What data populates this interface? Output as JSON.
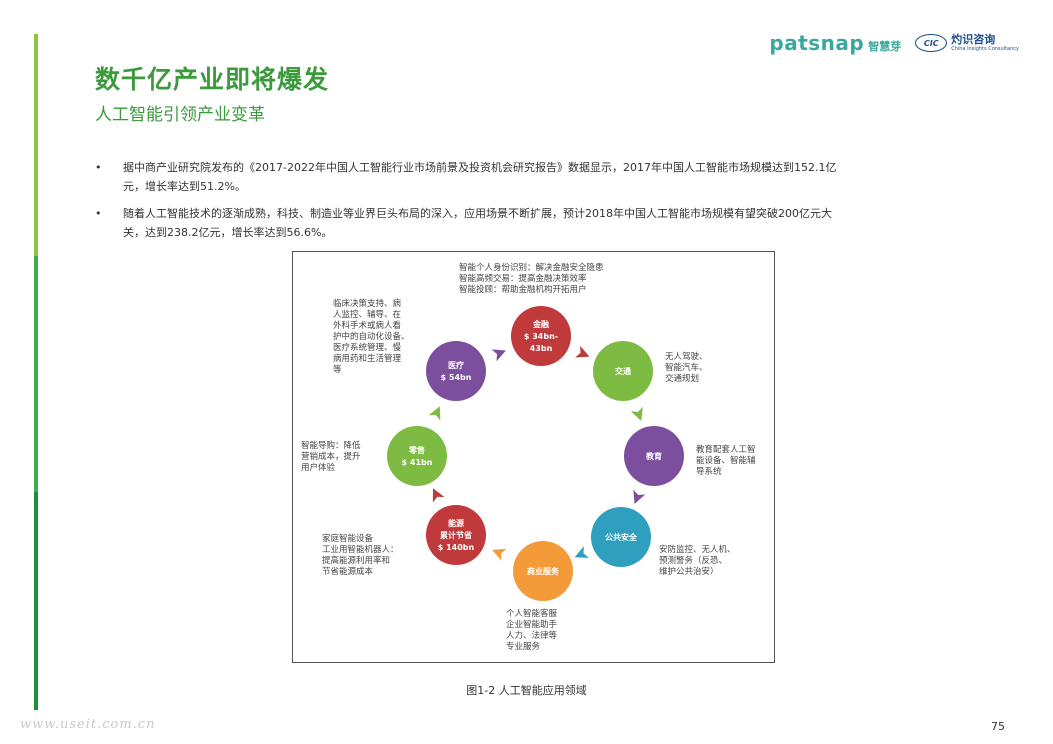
{
  "header": {
    "logo_patsnap": "patsnap",
    "logo_patsnap_cn": "智慧芽",
    "logo_cic_mark": "CIC",
    "logo_cic_cn": "灼识咨询",
    "logo_cic_en": "China Insights Consultancy"
  },
  "title": "数千亿产业即将爆发",
  "subtitle": "人工智能引领产业变革",
  "bullets": [
    {
      "marker": "•",
      "lines": [
        "据中商产业研究院发布的《2017-2022年中国人工智能行业市场前景及投资机会研究报告》数据显示，2017年中国人工智能市场规模达到152.1亿",
        "元，增长率达到51.2%。"
      ]
    },
    {
      "marker": "•",
      "lines": [
        "随着人工智能技术的逐渐成熟，科技、制造业等业界巨头布局的深入，应用场景不断扩展，预计2018年中国人工智能市场规模有望突破200亿元大",
        "关，达到238.2亿元，增长率达到56.6%。"
      ]
    }
  ],
  "diagram": {
    "nodes": [
      {
        "name": "金融",
        "value": "$ 34bn-",
        "value2": "43bn",
        "color": "#c0393b"
      },
      {
        "name": "交通",
        "value": "",
        "value2": "",
        "color": "#7dbb42"
      },
      {
        "name": "教育",
        "value": "",
        "value2": "",
        "color": "#7b4f9e"
      },
      {
        "name": "公共安全",
        "value": "",
        "value2": "",
        "color": "#2e9fbf"
      },
      {
        "name": "商业服务",
        "value": "",
        "value2": "",
        "color": "#f29b38"
      },
      {
        "name": "能源",
        "value": "累计节省",
        "value2": "$ 140bn",
        "color": "#c0393b"
      },
      {
        "name": "零售",
        "value": "$ 41bn",
        "value2": "",
        "color": "#7dbb42"
      },
      {
        "name": "医疗",
        "value": "$ 54bn",
        "value2": "",
        "color": "#7b4f9e"
      }
    ],
    "descriptions": {
      "finance": [
        "智能个人身份识别：解决金融安全隐患",
        "智能高频交易：提高金融决策效率",
        "智能投顾：帮助金融机构开拓用户"
      ],
      "traffic": [
        "无人驾驶、",
        "智能汽车、",
        "交通规划"
      ],
      "education": [
        "教育配套人工智",
        "能设备、智能辅",
        "导系统"
      ],
      "security": [
        "安防监控、无人机、",
        "预测警务（反恐、",
        "维护公共治安）"
      ],
      "business": [
        "个人智能客服",
        "企业智能助手",
        "人力、法律等",
        "专业服务"
      ],
      "energy": [
        "家庭智能设备",
        "工业用智能机器人：",
        "提高能源利用率和",
        "节省能源成本"
      ],
      "retail": [
        "智能导购：降低",
        "营销成本，提升",
        "用户体验"
      ],
      "medical": [
        "临床决策支持、病",
        "人监控、辅导、在",
        "外科手术或病人看",
        "护中的自动化设备、",
        "医疗系统管理、慢",
        "病用药和生活管理",
        "等"
      ]
    },
    "arrow_colors": [
      "#c0393b",
      "#7dbb42",
      "#7b4f9e",
      "#2e9fbf",
      "#f29b38",
      "#c0393b",
      "#7dbb42",
      "#7b4f9e"
    ]
  },
  "caption": "图1-2 人工智能应用领域",
  "page_number": "75",
  "watermark": "www.useit.com.cn"
}
